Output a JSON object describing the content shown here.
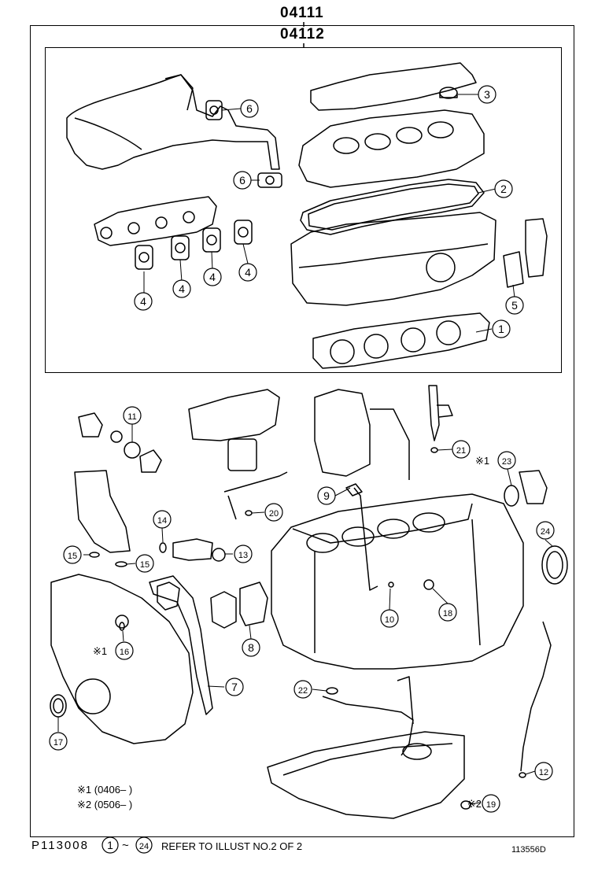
{
  "header": {
    "kit_code_outer": "04111",
    "kit_code_inner": "04112"
  },
  "callouts": [
    {
      "num": "1"
    },
    {
      "num": "2"
    },
    {
      "num": "3"
    },
    {
      "num": "4"
    },
    {
      "num": "5"
    },
    {
      "num": "6"
    },
    {
      "num": "7"
    },
    {
      "num": "8"
    },
    {
      "num": "9"
    },
    {
      "num": "10"
    },
    {
      "num": "11"
    },
    {
      "num": "12"
    },
    {
      "num": "13"
    },
    {
      "num": "14"
    },
    {
      "num": "15"
    },
    {
      "num": "16"
    },
    {
      "num": "17"
    },
    {
      "num": "18"
    },
    {
      "num": "19"
    },
    {
      "num": "20"
    },
    {
      "num": "21"
    },
    {
      "num": "22"
    },
    {
      "num": "23"
    },
    {
      "num": "24"
    }
  ],
  "notes": {
    "note1_mark": "※1",
    "note1_text": "(0406–    )",
    "note2_mark": "※2",
    "note2_text": "(0506–    )",
    "mark1": "※1",
    "mark2": "※2"
  },
  "footer": {
    "illustration_id": "P113008",
    "range_start": "1",
    "range_sep": "~",
    "range_end": "24",
    "refer_text": "REFER TO ILLUST NO.2 OF 2",
    "catalog_ref": "113556D"
  }
}
